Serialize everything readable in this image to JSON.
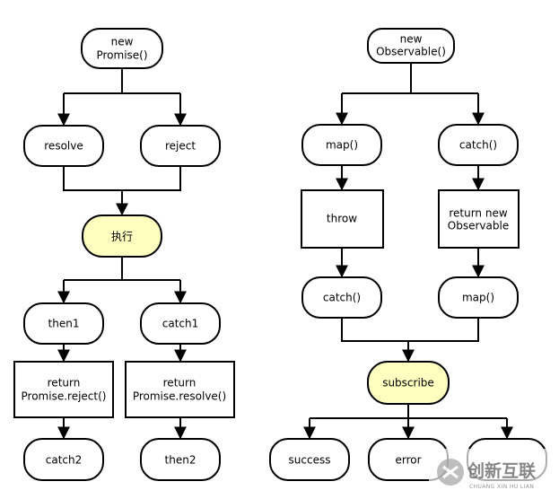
{
  "diagram": {
    "promise": {
      "start": [
        "new",
        "Promise()"
      ],
      "resolve": "resolve",
      "reject": "reject",
      "execute": "执行",
      "then1": "then1",
      "catch1": "catch1",
      "return_reject": [
        "return",
        "Promise.reject()"
      ],
      "return_resolve": [
        "return",
        "Promise.resolve()"
      ],
      "catch2": "catch2",
      "then2": "then2"
    },
    "observable": {
      "start": [
        "new",
        "Observable()"
      ],
      "map1": "map()",
      "catch1": "catch()",
      "throw": "throw",
      "return_new": [
        "return new",
        "Observable"
      ],
      "catch2": "catch()",
      "map2": "map()",
      "subscribe": "subscribe",
      "success": "success",
      "error": "error"
    },
    "highlight_color": "#ffffc0"
  },
  "watermark": {
    "title": "创新互联",
    "subtitle": "CHUANG XIN HU LIAN"
  }
}
